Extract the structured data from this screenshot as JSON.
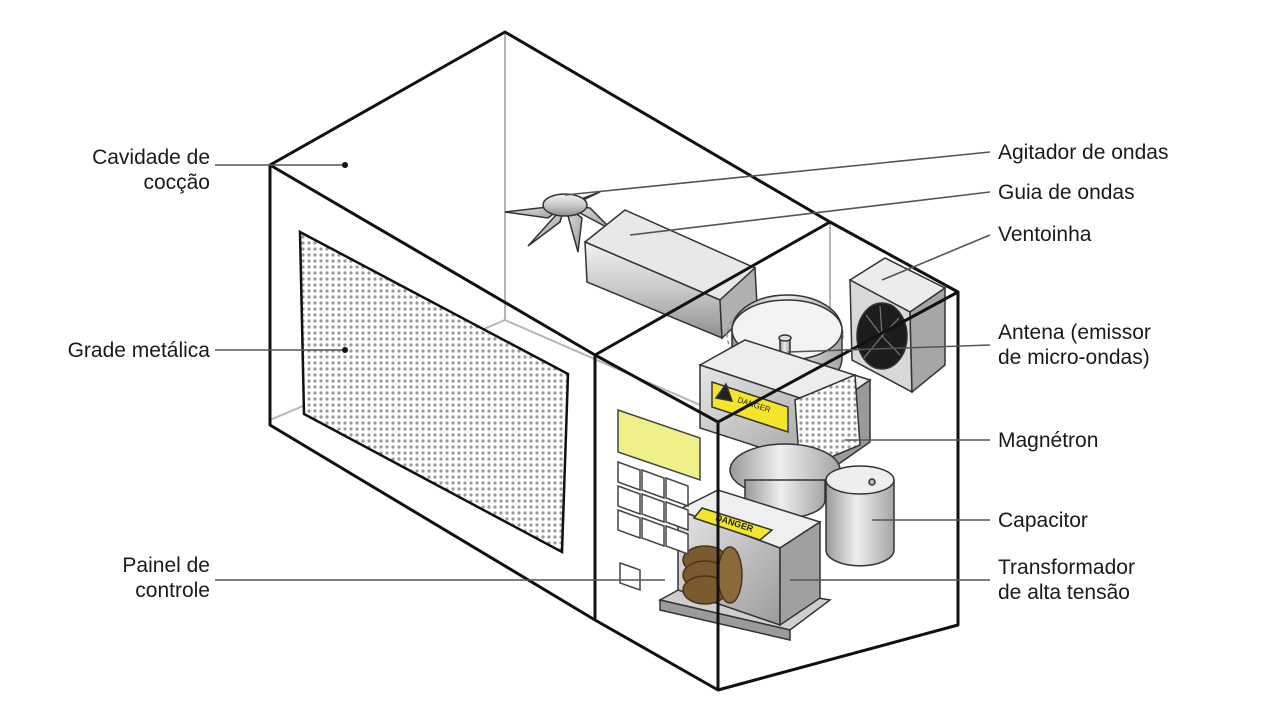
{
  "labels": {
    "cavidade": [
      "Cavidade de",
      "cocção"
    ],
    "grade": [
      "Grade metálica"
    ],
    "painel": [
      "Painel de",
      "controle"
    ],
    "agitador": [
      "Agitador de ondas"
    ],
    "guia": [
      "Guia de ondas"
    ],
    "ventoinha": [
      "Ventoinha"
    ],
    "antena": [
      "Antena (emissor",
      "de micro-ondas)"
    ],
    "magnetron": [
      "Magnétron"
    ],
    "capacitor": [
      "Capacitor"
    ],
    "transformador": [
      "Transformador",
      "de alta tensão"
    ]
  },
  "warning_signs": {
    "magnetron_sign": "DANGER",
    "transformer_sign": "DANGER"
  },
  "colors": {
    "outline": "#111111",
    "panel_yellow": "#f0f08a",
    "sign_yellow": "#f5e52a",
    "metal": "#c8c8c8",
    "leader": "#555555"
  }
}
